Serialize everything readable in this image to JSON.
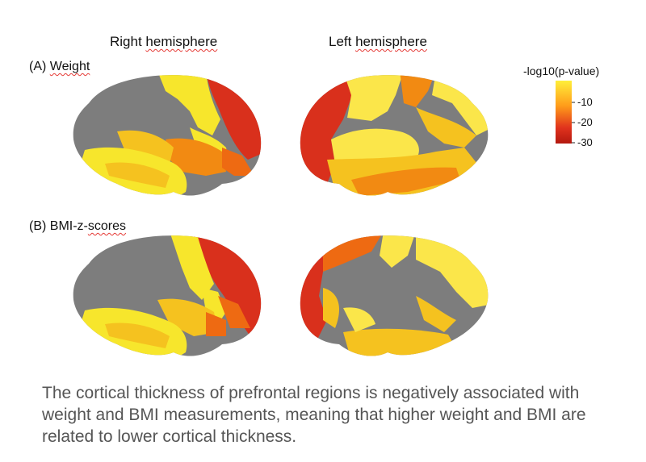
{
  "headers": {
    "right_pre": "Right ",
    "right_word": "hemisphere",
    "left_pre": "Left ",
    "left_word": "hemisphere"
  },
  "panels": {
    "a_prefix": "(A) ",
    "a_word": "Weight",
    "b_prefix": "(B) BMI-z-",
    "b_word": "scores"
  },
  "legend": {
    "title": "-log10(p-value)",
    "ticks": [
      "-10",
      "-20",
      "-30"
    ],
    "colors": {
      "top": "#ffef3a",
      "mid": "#ff9c1a",
      "low": "#e0331d",
      "bottom": "#b3180f"
    }
  },
  "colors": {
    "gray": "#7d7d7d",
    "yellow": "#f7e62c",
    "light_yellow": "#fbe64a",
    "gold": "#f5c21f",
    "orange": "#f28a12",
    "dark_orange": "#ee6a12",
    "red": "#d9301c"
  },
  "caption": "The cortical thickness of prefrontal regions is negatively associated with weight and BMI measurements, meaning that higher weight and BMI are related to lower cortical thickness."
}
